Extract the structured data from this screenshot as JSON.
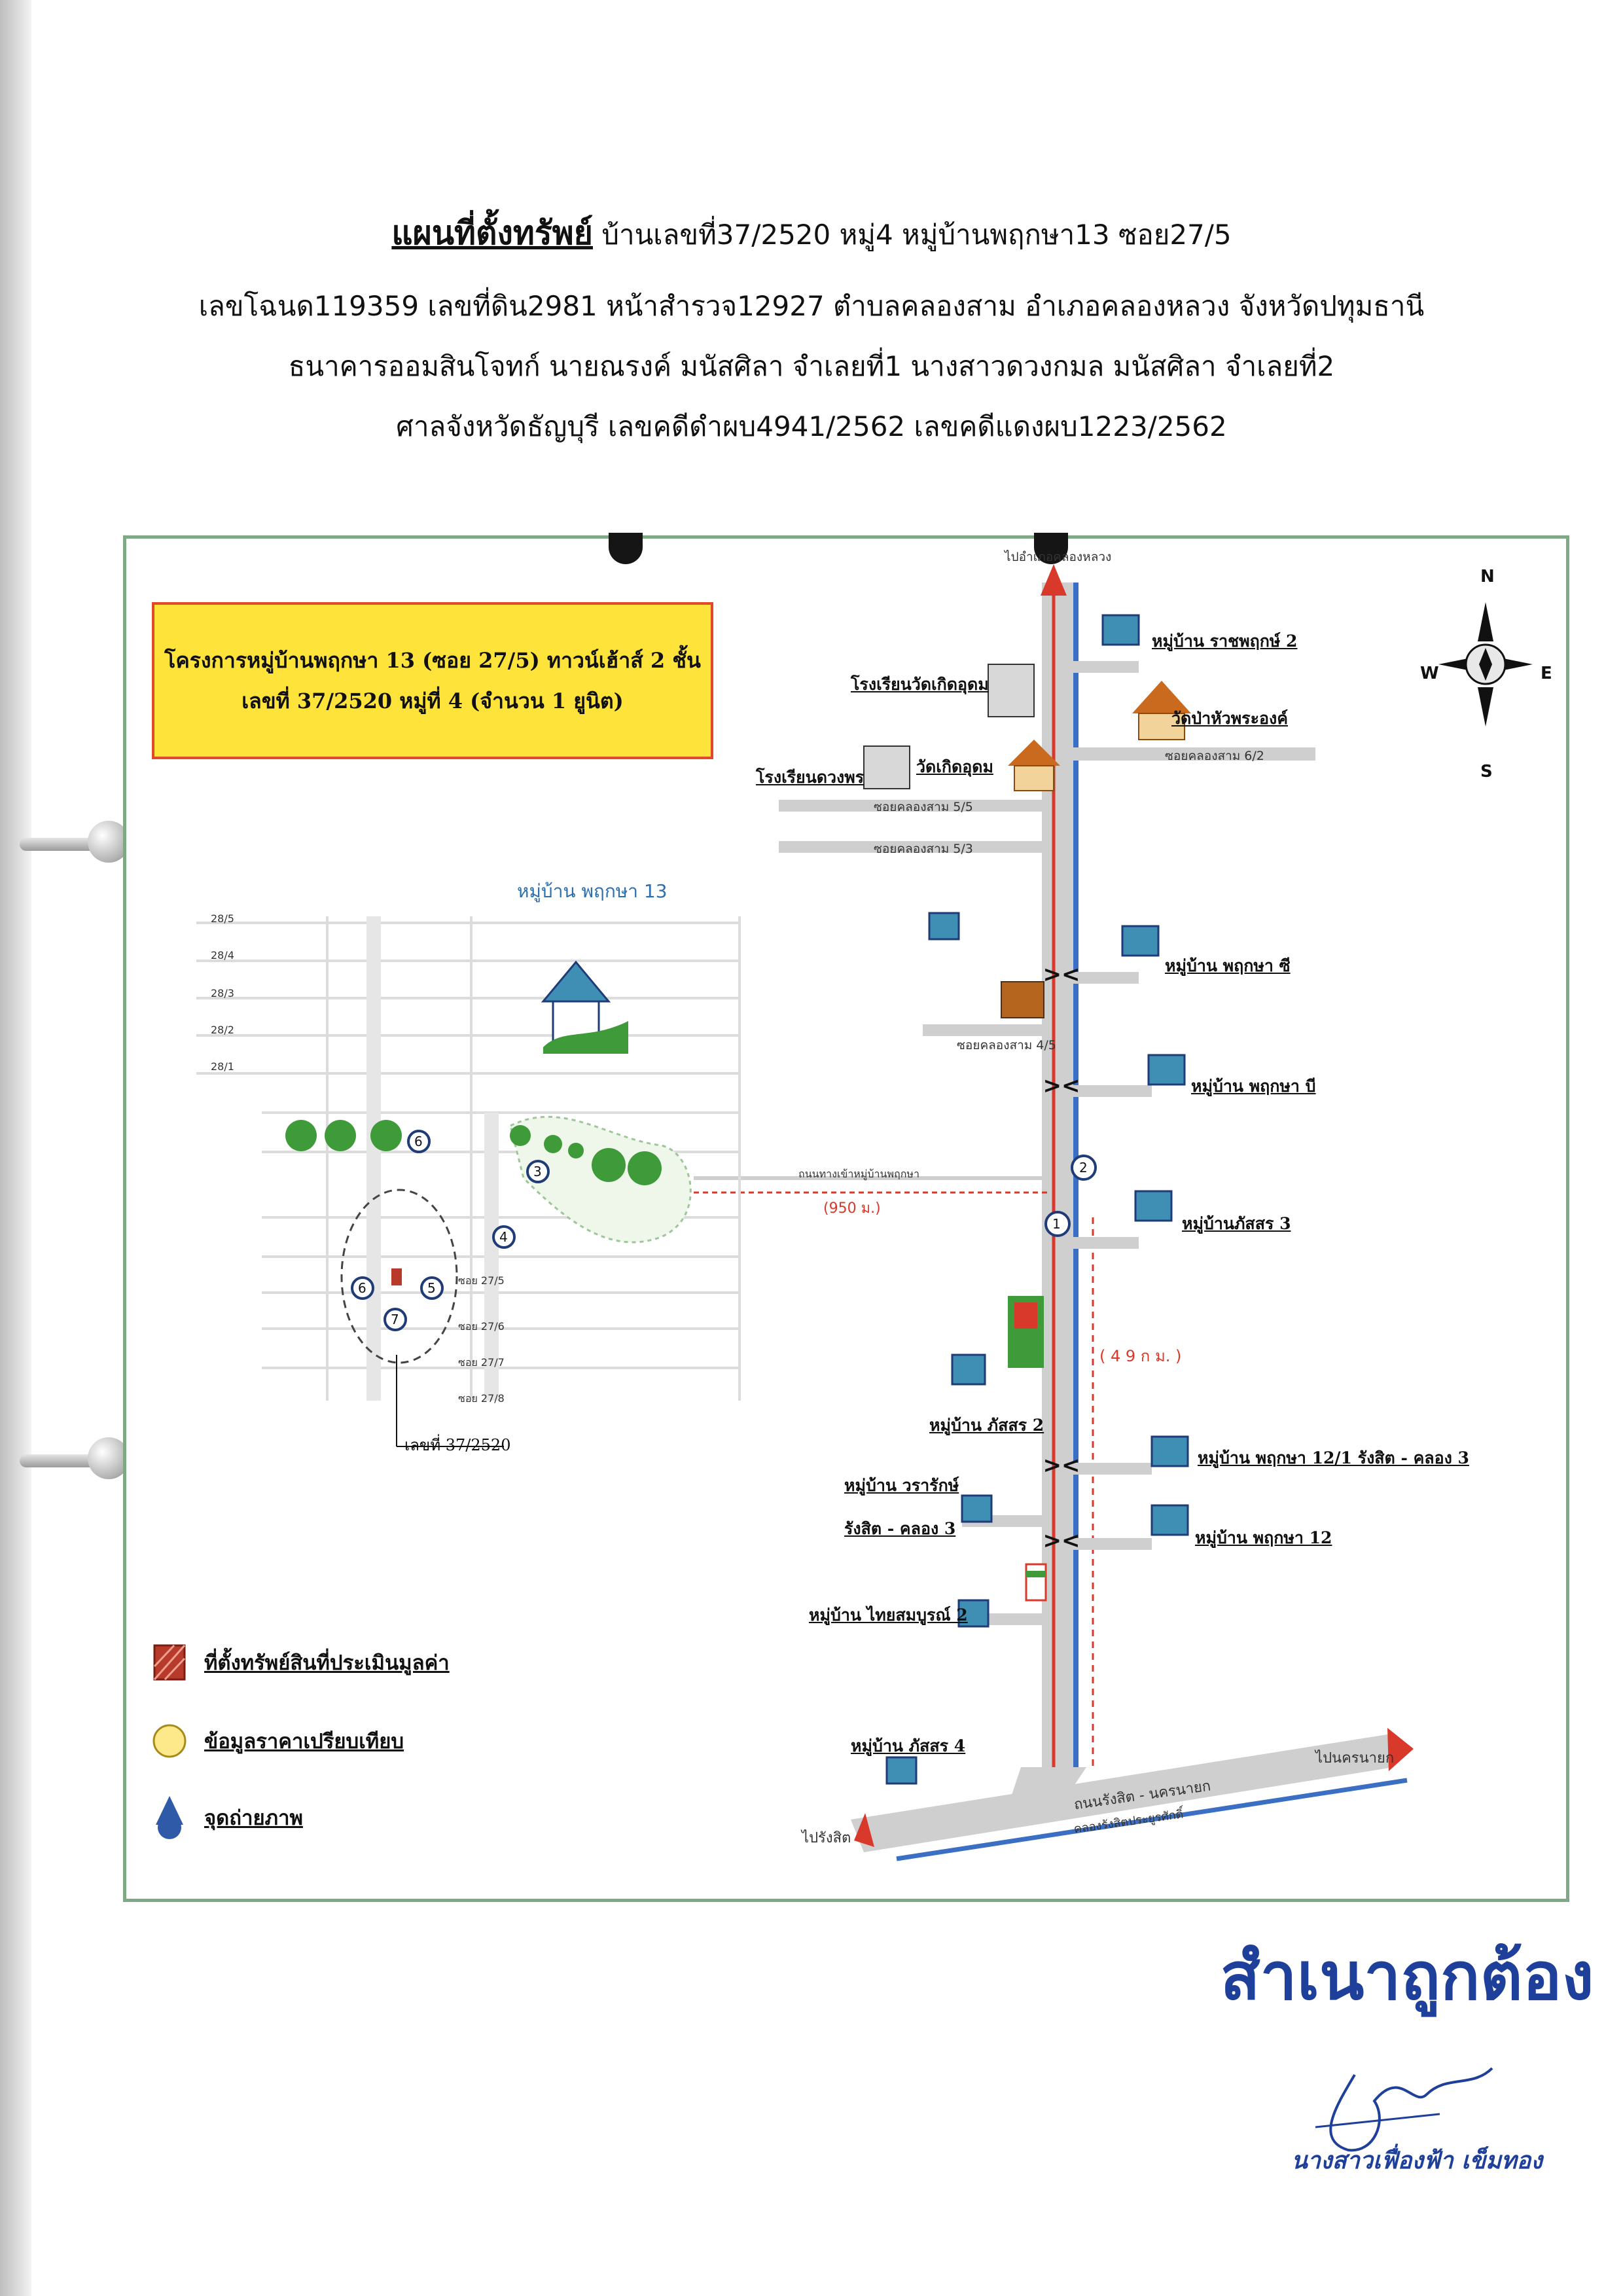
{
  "header": {
    "line1_bold": "แผนที่ตั้งทรัพย์",
    "line1_rest": " บ้านเลขที่37/2520 หมู่4 หมู่บ้านพฤกษา13 ซอย27/5",
    "line2": "เลขโฉนด119359 เลขที่ดิน2981 หน้าสำรวจ12927 ตำบลคลองสาม อำเภอคลองหลวง จังหวัดปทุมธานี",
    "line3": "ธนาคารออมสินโจทก์ นายณรงค์  มนัสศิลา จำเลยที่1 นางสาวดวงกมล มนัสศิลา จำเลยที่2",
    "line4": "ศาลจังหวัดธัญบุรี เลขคดีดำผบ4941/2562 เลขคดีแดงผบ1223/2562"
  },
  "map": {
    "project_box": {
      "line1": "โครงการหมู่บ้านพฤกษา 13 (ซอย 27/5) ทาวน์เฮ้าส์ 2 ชั้น",
      "line2": "เลขที่ 37/2520  หมู่ที่ 4 (จำนวน 1 ยูนิต)"
    },
    "compass": {
      "n": "N",
      "s": "S",
      "e": "E",
      "w": "W"
    },
    "road_top": "ไปอำเภอคลองหลวง",
    "road_right": "ไปนครนายก",
    "road_left": "ไปรังสิต",
    "main_road": "ถนนรังสิต - นครนายก",
    "canal": "คลองรังสิตประยูรศักดิ์",
    "places": {
      "rajapruk2": "หมู่บ้าน ราชพฤกษ์ 2",
      "school_kerdudom": "โรงเรียนวัดเกิดอุดม",
      "wat_prarong": "วัดป่าหัวพระองค์",
      "school_kuanporn": "โรงเรียนดวงพร",
      "wat_kerdudom": "วัดเกิดอุดม",
      "pruksa_c": "หมู่บ้าน พฤกษา ซี",
      "pruksa_b": "หมู่บ้าน พฤกษา บี",
      "passorn3": "หมู่บ้านภัสสร 3",
      "passorn2": "หมู่บ้าน ภัสสร 2",
      "pruksa121": "หมู่บ้าน พฤกษา 12/1 รังสิต - คลอง 3",
      "wararak_1": "หมู่บ้าน วรารักษ์",
      "wararak_2": "รังสิต - คลอง 3",
      "pruksa12": "หมู่บ้าน พฤกษา 12",
      "thaisombun2": "หมู่บ้าน ไทยสมบูรณ์ 2",
      "passorn4": "หมู่บ้าน ภัสสร 4",
      "pruksa13": "หมู่บ้าน พฤกษา 13",
      "house_no": "เลขที่ 37/2520"
    },
    "soi": {
      "s62": "ซอยคลองสาม 6/2",
      "s55": "ซอยคลองสาม 5/5",
      "s53": "ซอยคลองสาม 5/3",
      "s45": "ซอยคลองสาม 4/5",
      "entry": "ถนนทางเข้าหมู่บ้านพฤกษา",
      "s275": "ซอย 27/5",
      "s276": "ซอย 27/6",
      "s277": "ซอย 27/7",
      "s278": "ซอย 27/8",
      "s285": "28/5",
      "s284": "28/4",
      "s283": "28/3",
      "s282": "28/2",
      "s281": "28/1"
    },
    "distances": {
      "d950": "(950 ม.)",
      "d49": "( 4 9 ก ม. )"
    },
    "points": [
      "1",
      "2",
      "3",
      "4",
      "5",
      "6",
      "6",
      "7"
    ],
    "legend": {
      "asset": "ที่ตั้งทรัพย์สินที่ประเมินมูลค่า",
      "compare": "ข้อมูลราคาเปรียบเทียบ",
      "photo": "จุดถ่ายภาพ"
    },
    "colors": {
      "road": "#cfcfcf",
      "canal": "#3a6fc4",
      "arrow": "#d8392b",
      "box": "#fde33a",
      "frame": "#7fa985"
    }
  },
  "certification": {
    "text": "สำเนาถูกต้อง",
    "signer": "นางสาวเฟื่องฟ้า เข็มทอง"
  }
}
